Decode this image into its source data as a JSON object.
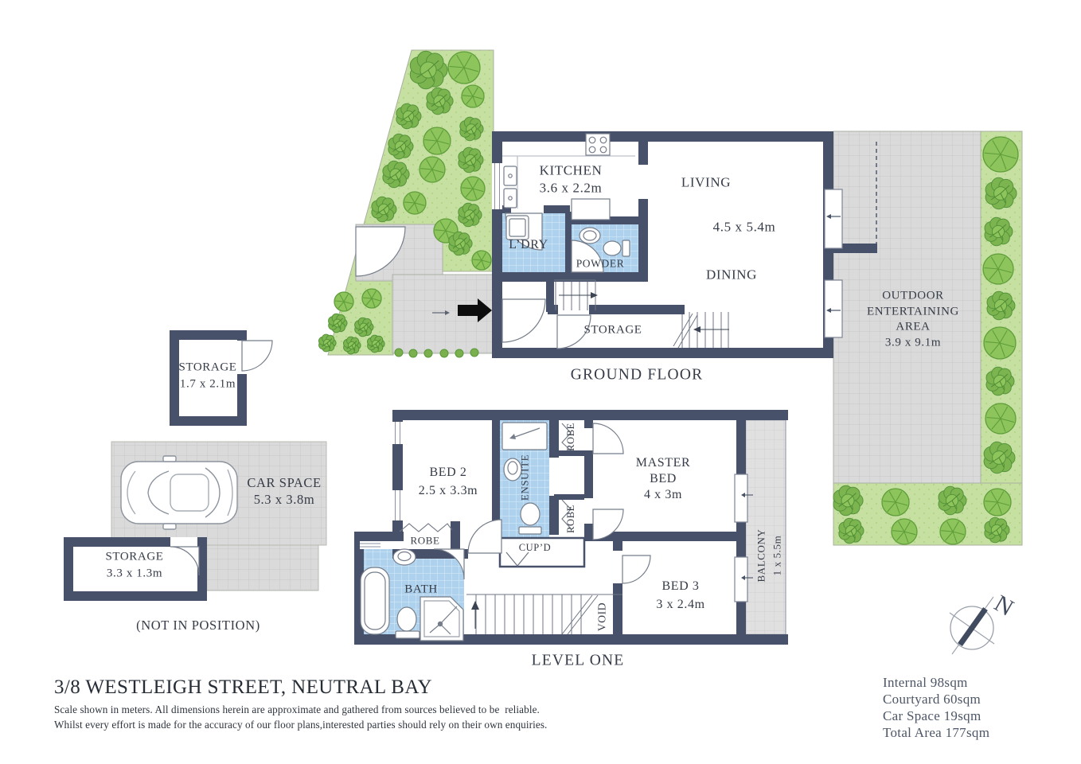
{
  "title": {
    "address": "3/8 WESTLEIGH STREET, NEUTRAL BAY",
    "disclaimer_line1": "Scale shown in meters. All dimensions herein are approximate and gathered from sources believed to be  reliable.",
    "disclaimer_line2": "Whilst every effort is made for the accuracy of our floor plans,interested parties should rely on their own enquiries."
  },
  "ground_floor": {
    "label": "GROUND FLOOR",
    "kitchen": {
      "name": "KITCHEN",
      "dims": "3.6 x 2.2m"
    },
    "living": {
      "name": "LIVING",
      "dims": "4.5 x 5.4m"
    },
    "dining": {
      "name": "DINING"
    },
    "laundry": {
      "name": "L’DRY"
    },
    "powder": {
      "name": "POWDER"
    },
    "storage": {
      "name": "STORAGE"
    },
    "outdoor": {
      "line1": "OUTDOOR",
      "line2": "ENTERTAINING",
      "line3": "AREA",
      "dims": "3.9 x 9.1m"
    }
  },
  "level_one": {
    "label": "LEVEL ONE",
    "bed2": {
      "name": "BED 2",
      "dims": "2.5 x 3.3m"
    },
    "robe_bed2": "ROBE",
    "ensuite": "ENSUITE",
    "robe_top": "ROBE",
    "robe_bottom": "ROBE",
    "cupboard": "CUP’D",
    "master": {
      "line1": "MASTER",
      "line2": "BED",
      "dims": "4 x 3m"
    },
    "bed3": {
      "name": "BED 3",
      "dims": "3 x 2.4m"
    },
    "balcony": {
      "name": "BALCONY",
      "dims": "1 x 5.5m"
    },
    "bath": "BATH",
    "void": "VOID"
  },
  "external": {
    "storage_upper": {
      "name": "STORAGE",
      "dims": "1.7 x 2.1m"
    },
    "car_space": {
      "name": "CAR SPACE",
      "dims": "5.3 x 3.8m"
    },
    "storage_lower": {
      "name": "STORAGE",
      "dims": "3.3 x 1.3m"
    },
    "note": "(NOT IN POSITION)"
  },
  "areas": {
    "internal": "Internal 98sqm",
    "courtyard": "Courtyard 60sqm",
    "car_space": "Car Space 19sqm",
    "total": "Total Area 177sqm"
  },
  "compass": {
    "north": "N"
  },
  "colors": {
    "wall": "#475169",
    "wet_area": "#aed2ee",
    "garden": "#c6e0a2",
    "tree": "#8dc45c",
    "paving": "#dadada",
    "text": "#353b47"
  }
}
